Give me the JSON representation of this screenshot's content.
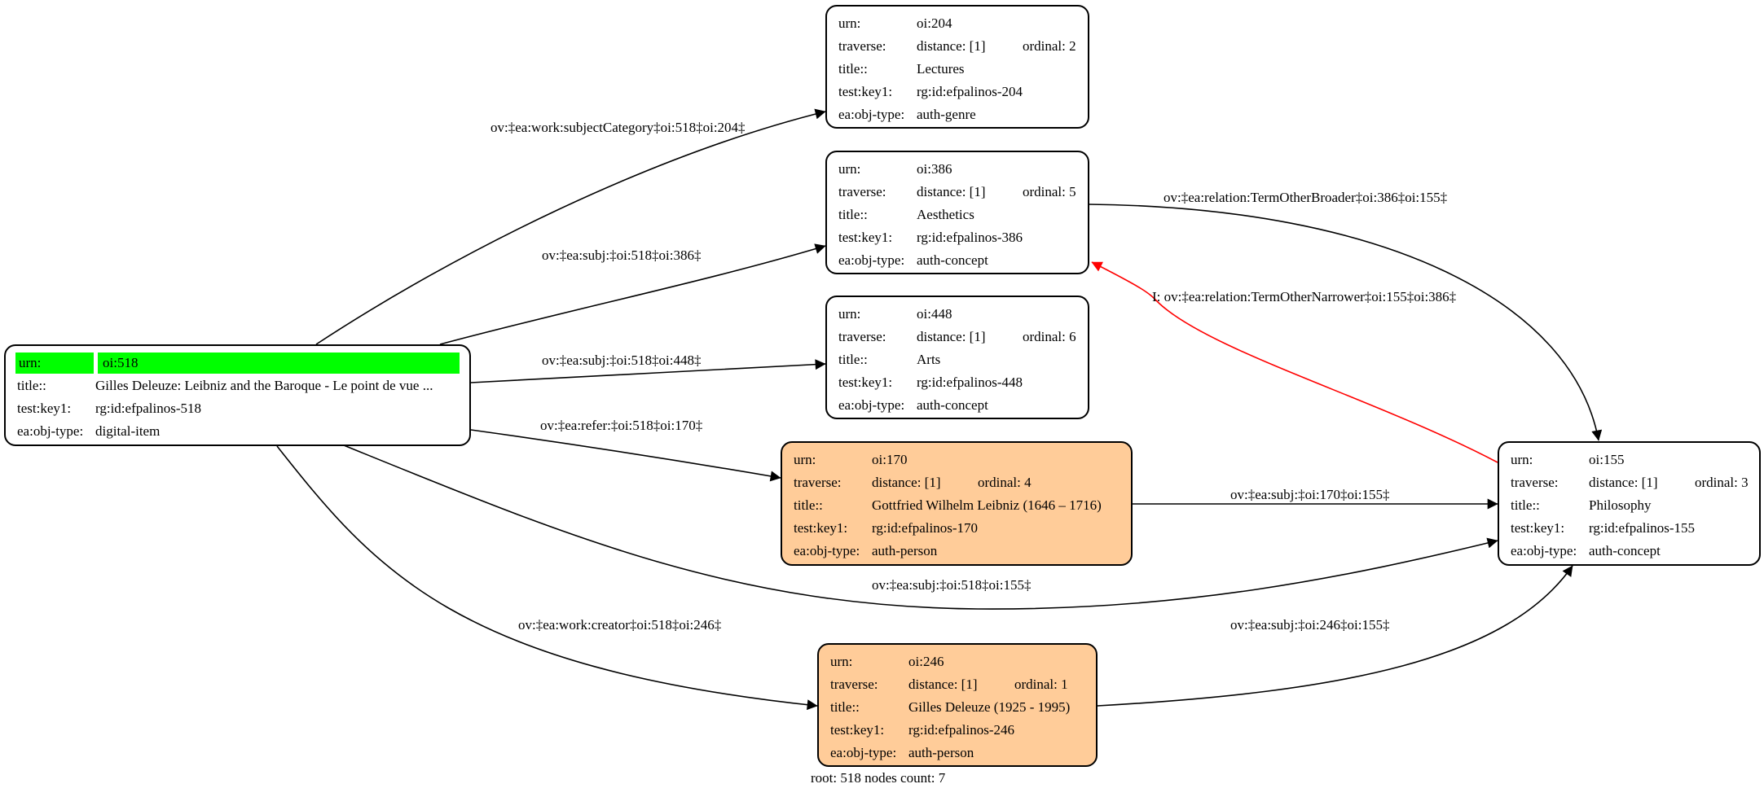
{
  "nodes": {
    "n204": {
      "urn_key": "urn:",
      "urn": "oi:204",
      "traverse_key": "traverse:",
      "distance": "distance: [1]",
      "ordinal": "ordinal: 2",
      "title_key": "title::",
      "title": "Lectures",
      "testkey_key": "test:key1:",
      "testkey": "rg:id:efpalinos-204",
      "objtype_key": "ea:obj-type:",
      "objtype": "auth-genre"
    },
    "n386": {
      "urn_key": "urn:",
      "urn": "oi:386",
      "traverse_key": "traverse:",
      "distance": "distance: [1]",
      "ordinal": "ordinal: 5",
      "title_key": "title::",
      "title": "Aesthetics",
      "testkey_key": "test:key1:",
      "testkey": "rg:id:efpalinos-386",
      "objtype_key": "ea:obj-type:",
      "objtype": "auth-concept"
    },
    "n448": {
      "urn_key": "urn:",
      "urn": "oi:448",
      "traverse_key": "traverse:",
      "distance": "distance: [1]",
      "ordinal": "ordinal: 6",
      "title_key": "title::",
      "title": "Arts",
      "testkey_key": "test:key1:",
      "testkey": "rg:id:efpalinos-448",
      "objtype_key": "ea:obj-type:",
      "objtype": "auth-concept"
    },
    "n170": {
      "urn_key": "urn:",
      "urn": "oi:170",
      "traverse_key": "traverse:",
      "distance": "distance: [1]",
      "ordinal": "ordinal: 4",
      "title_key": "title::",
      "title": "Gottfried Wilhelm Leibniz (1646 – 1716)",
      "testkey_key": "test:key1:",
      "testkey": "rg:id:efpalinos-170",
      "objtype_key": "ea:obj-type:",
      "objtype": "auth-person"
    },
    "n246": {
      "urn_key": "urn:",
      "urn": "oi:246",
      "traverse_key": "traverse:",
      "distance": "distance: [1]",
      "ordinal": "ordinal: 1",
      "title_key": "title::",
      "title": "Gilles Deleuze (1925 -  1995)",
      "testkey_key": "test:key1:",
      "testkey": "rg:id:efpalinos-246",
      "objtype_key": "ea:obj-type:",
      "objtype": "auth-person"
    },
    "n155": {
      "urn_key": "urn:",
      "urn": "oi:155",
      "traverse_key": "traverse:",
      "distance": "distance: [1]",
      "ordinal": "ordinal: 3",
      "title_key": "title::",
      "title": "Philosophy",
      "testkey_key": "test:key1:",
      "testkey": "rg:id:efpalinos-155",
      "objtype_key": "ea:obj-type:",
      "objtype": "auth-concept"
    },
    "n518": {
      "urn_key": "urn:",
      "urn": "oi:518",
      "title_key": "title::",
      "title": "Gilles Deleuze: Leibniz and the Baroque - Le point de vue ...",
      "testkey_key": "test:key1:",
      "testkey": "rg:id:efpalinos-518",
      "objtype_key": "ea:obj-type:",
      "objtype": "digital-item"
    }
  },
  "edges": {
    "e518_204": "ov:‡ea:work:subjectCategory‡oi:518‡oi:204‡",
    "e518_386": "ov:‡ea:subj:‡oi:518‡oi:386‡",
    "e518_448": "ov:‡ea:subj:‡oi:518‡oi:448‡",
    "e518_170": "ov:‡ea:refer:‡oi:518‡oi:170‡",
    "e518_155": "ov:‡ea:subj:‡oi:518‡oi:155‡",
    "e518_246": "ov:‡ea:work:creator‡oi:518‡oi:246‡",
    "e386_155": "ov:‡ea:relation:TermOtherBroader‡oi:386‡oi:155‡",
    "e155_386": "I: ov:‡ea:relation:TermOtherNarrower‡oi:155‡oi:386‡",
    "e170_155": "ov:‡ea:subj:‡oi:170‡oi:155‡",
    "e246_155": "ov:‡ea:subj:‡oi:246‡oi:155‡"
  },
  "colors": {
    "root_highlight": "#00ff00",
    "person_fill": "#ffcc99",
    "inverse_edge": "#ff0000",
    "edge": "#000000"
  },
  "footer": "root: 518 nodes count: 7"
}
